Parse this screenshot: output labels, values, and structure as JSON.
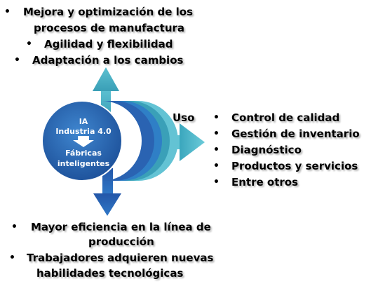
{
  "top": {
    "bullet": "•",
    "items": [
      "Mejora y optimización de los",
      "procesos de manufactura",
      "Agilidad y flexibilidad",
      "Adaptación a los cambios"
    ]
  },
  "center": {
    "line1": "IA",
    "line2": "Industria 4.0",
    "line3": "Fábricas",
    "line4": "inteligentes"
  },
  "right": {
    "label": "Uso",
    "bullet": "•",
    "items": [
      "Control de calidad",
      "Gestión de inventario",
      "Diagnóstico",
      "Productos y servicios",
      "Entre otros"
    ]
  },
  "bottom": {
    "bullet": "•",
    "items": [
      "Mayor eficiencia en la línea de",
      "producción",
      "Trabajadores adquieren nuevas",
      "habilidades tecnológicas"
    ]
  },
  "colors": {
    "dark_blue": "#1f4e9c",
    "mid_blue": "#2f7fc6",
    "teal": "#3aa0b8",
    "light_teal": "#63c3d4"
  }
}
